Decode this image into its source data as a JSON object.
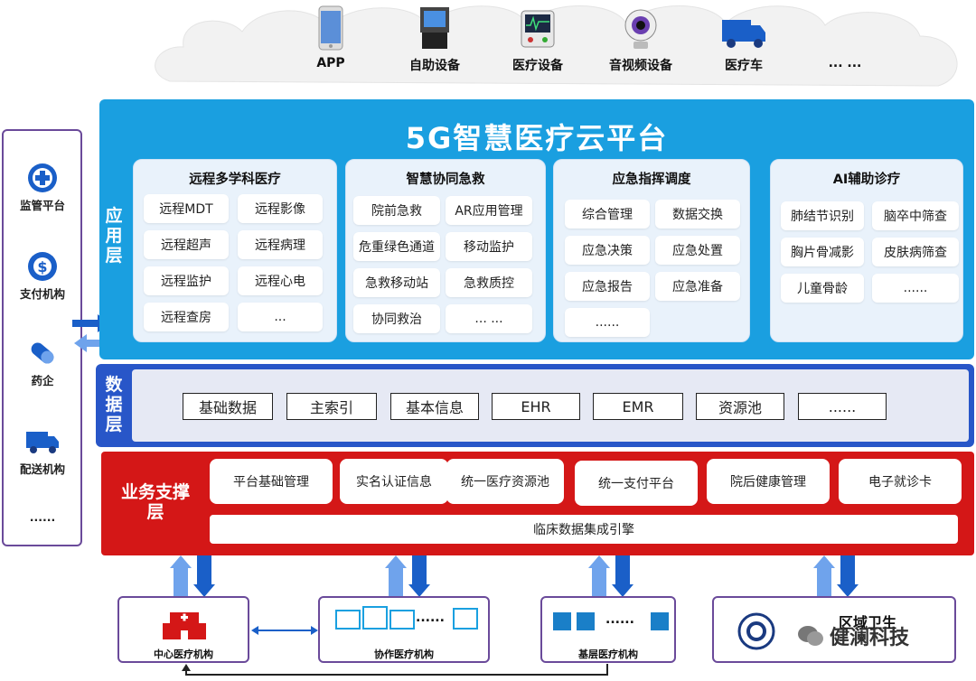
{
  "cloud": {
    "devices": [
      {
        "label": "APP",
        "icon": "phone-icon"
      },
      {
        "label": "自助设备",
        "icon": "kiosk-icon"
      },
      {
        "label": "医疗设备",
        "icon": "medical-monitor-icon"
      },
      {
        "label": "音视频设备",
        "icon": "webcam-icon"
      },
      {
        "label": "医疗车",
        "icon": "truck-icon"
      }
    ],
    "more": "... ..."
  },
  "left_panel": {
    "items": [
      {
        "label": "监管平台",
        "icon": "plus-circle-icon"
      },
      {
        "label": "支付机构",
        "icon": "dollar-gear-icon"
      },
      {
        "label": "药企",
        "icon": "pill-icon"
      },
      {
        "label": "配送机构",
        "icon": "truck-icon"
      }
    ],
    "more": "......"
  },
  "app_layer": {
    "title": "5G智慧医疗云平台",
    "tag": "应用层",
    "boxes": [
      {
        "title": "远程多学科医疗",
        "cells": [
          "远程MDT",
          "远程影像",
          "远程超声",
          "远程病理",
          "远程监护",
          "远程心电",
          "远程查房",
          "..."
        ]
      },
      {
        "title": "智慧协同急救",
        "cells": [
          "院前急救",
          "AR应用管理",
          "危重绿色通道",
          "移动监护",
          "急救移动站",
          "急救质控",
          "协同救治",
          "... ..."
        ]
      },
      {
        "title": "应急指挥调度",
        "cells": [
          "综合管理",
          "数据交换",
          "应急决策",
          "应急处置",
          "应急报告",
          "应急准备",
          "......"
        ]
      },
      {
        "title": "AI辅助诊疗",
        "cells": [
          "肺结节识别",
          "脑卒中筛查",
          "胸片骨减影",
          "皮肤病筛查",
          "儿童骨龄",
          "......"
        ]
      }
    ]
  },
  "data_layer": {
    "tag": "数据层",
    "cells": [
      "基础数据",
      "主索引",
      "基本信息",
      "EHR",
      "EMR",
      "资源池",
      "......"
    ]
  },
  "biz_layer": {
    "tag": "业务支撑层",
    "cells": [
      "平台基础管理",
      "实名认证信息",
      "统一医疗资源池",
      "统一支付平台",
      "院后健康管理",
      "电子就诊卡"
    ],
    "engine": "临床数据集成引擎"
  },
  "bottom": {
    "center": "中心医疗机构",
    "collab": "协作医疗机构",
    "primary": "基层医疗机构",
    "region": "区域卫生",
    "dots": "......"
  },
  "watermark": "健澜科技",
  "colors": {
    "app_layer": "#1a9fe0",
    "data_layer": "#2856c8",
    "biz_layer": "#d41717",
    "border_purple": "#6a4a9a"
  }
}
